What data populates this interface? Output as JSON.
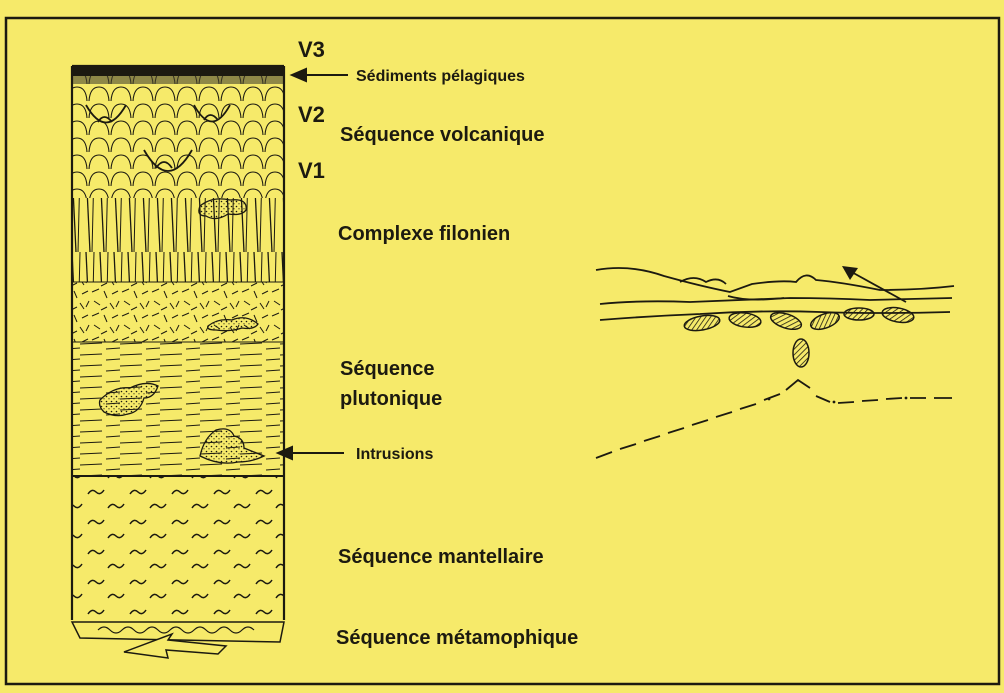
{
  "figure": {
    "background_color": "#f6ea6a",
    "ink_color": "#1c1a10",
    "column": {
      "markers": {
        "v3": "V3",
        "v2": "V2",
        "v1": "V1"
      },
      "callouts": {
        "sediments": "Sédiments pélagiques",
        "intrusions": "Intrusions"
      }
    },
    "sequences": {
      "volcanic": "Séquence volcanique",
      "dike": "Complexe filonien",
      "plutonic_line1": "Séquence",
      "plutonic_line2": "plutonique",
      "mantle": "Séquence mantellaire",
      "metamorphic": "Séquence métamophique"
    }
  }
}
